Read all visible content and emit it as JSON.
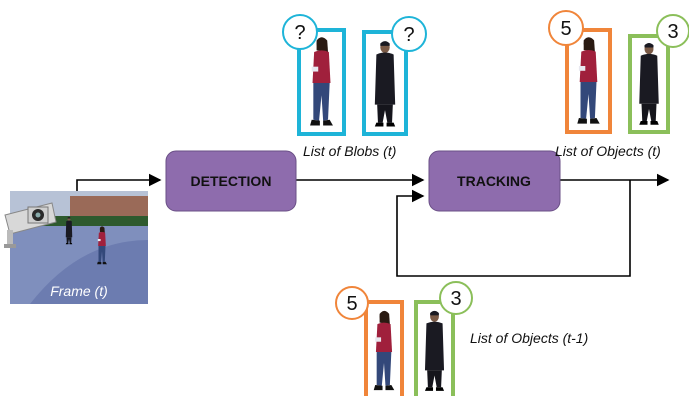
{
  "boxes": {
    "detection": "DETECTION",
    "tracking": "TRACKING"
  },
  "labels": {
    "blobs": "List of Blobs (t)",
    "objects_t": "List of Objects (t)",
    "objects_prev": "List of Objects (t-1)",
    "frame": "Frame (t)"
  },
  "badges": {
    "blob_1": "?",
    "blob_2": "?",
    "obj_t_1": "5",
    "obj_t_2": "3",
    "obj_prev_1": "5",
    "obj_prev_2": "3"
  },
  "colors": {
    "process_box": "#8e6cad",
    "blob_frame": "#1eb4d8",
    "object_5_frame": "#f0853a",
    "object_3_frame": "#8bbf5a",
    "person_red_jacket": "#a0203c",
    "person_dark_coat": "#1a1a22",
    "jeans": "#33487a",
    "frame_bg": "#6a82b8"
  },
  "icons": {
    "camera": "security-camera-icon",
    "arrows": "flow-arrow"
  }
}
